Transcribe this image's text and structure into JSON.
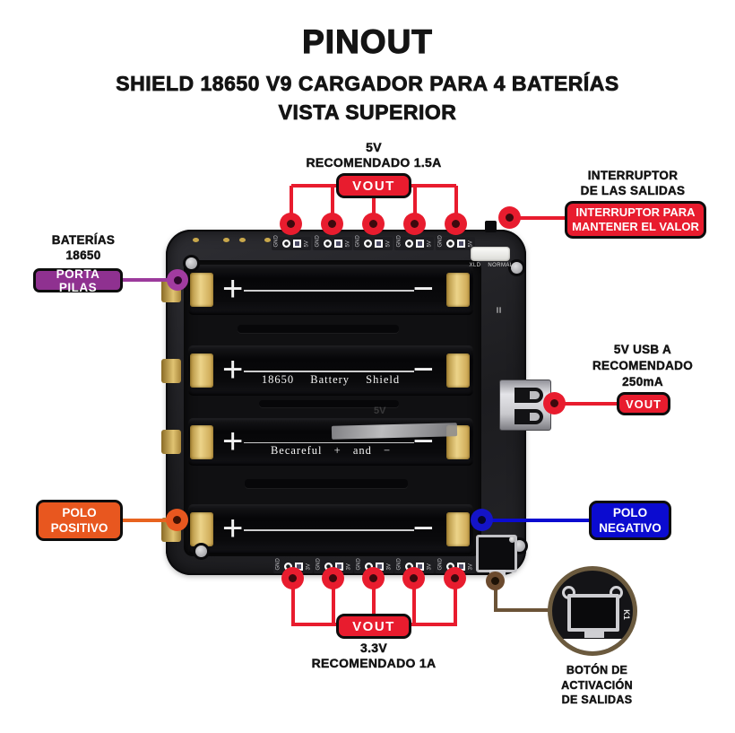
{
  "header": {
    "title": "PINOUT",
    "subtitle1": "SHIELD 18650 V9 CARGADOR PARA 4 BATERÍAS",
    "subtitle2": "VISTA SUPERIOR"
  },
  "callouts": {
    "top_output": {
      "line1": "5V",
      "line2": "RECOMENDADO 1.5A",
      "badge": "VOUT"
    },
    "switch": {
      "line1": "INTERRUPTOR",
      "line2": "DE LAS SALIDAS",
      "badge1": "INTERRUPTOR PARA",
      "badge2": "MANTENER EL VALOR"
    },
    "holder": {
      "line1": "BATERÍAS",
      "line2": "18650",
      "badge": "PORTA PILAS"
    },
    "usb_output": {
      "line1": "5V USB A",
      "line2": "RECOMENDADO",
      "line3": "250mA",
      "badge": "VOUT"
    },
    "positive": {
      "badge1": "POLO",
      "badge2": "POSITIVO"
    },
    "negative": {
      "badge1": "POLO",
      "badge2": "NEGATIVO"
    },
    "bottom_output": {
      "badge": "VOUT",
      "line1": "3.3V",
      "line2": "RECOMENDADO 1A"
    },
    "activation_button": {
      "line1": "BOTÓN DE",
      "line2": "ACTIVACIÓN",
      "line3": "DE SALIDAS",
      "button_label": "K1"
    }
  },
  "board": {
    "slot2_text": "18650 Battery Shield",
    "slot3_text": "Becareful + and −",
    "switch_label": "XLD NORMAL",
    "plus": "+",
    "minus": "−",
    "double_bar": "=",
    "faint_label": "5V",
    "pad_gnd": "GND",
    "pad_5v": "5V",
    "pad_3v": "3V"
  },
  "colors": {
    "red": "#e81c2e",
    "purple": "#8f3190",
    "orange": "#e8571f",
    "blue": "#0b0bd0",
    "brown": "#6b5a3e",
    "badge_text": "#ffffff",
    "heading_text": "#141414"
  }
}
